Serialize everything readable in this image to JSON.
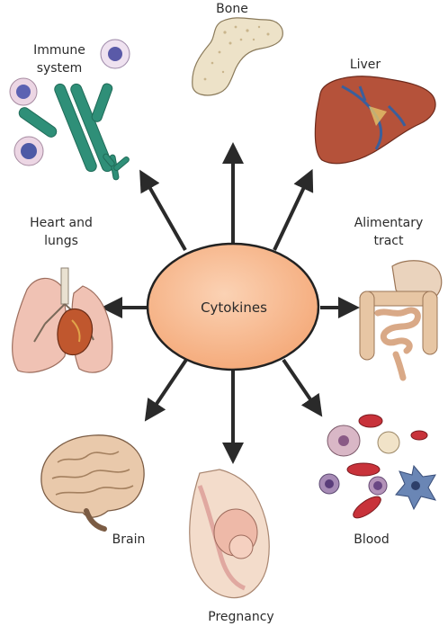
{
  "center": {
    "label": "Cytokines"
  },
  "targets": [
    {
      "id": "bone",
      "label": "Bone"
    },
    {
      "id": "liver",
      "label": "Liver"
    },
    {
      "id": "alimentary",
      "label": "Alimentary\ntract"
    },
    {
      "id": "blood",
      "label": "Blood"
    },
    {
      "id": "pregnancy",
      "label": "Pregnancy"
    },
    {
      "id": "brain",
      "label": "Brain"
    },
    {
      "id": "heart-lungs",
      "label": "Heart and\nlungs"
    },
    {
      "id": "immune",
      "label": "Immune\nsystem"
    }
  ],
  "colors": {
    "center_fill": "#f7b48a",
    "center_stroke": "#222222",
    "arrow": "#2a2a2a",
    "liver": "#b5523a",
    "organ_pink": "#e7b2a0",
    "bone": "#ede2c8",
    "brain": "#e9c9ab",
    "antibody": "#2f8f78"
  }
}
